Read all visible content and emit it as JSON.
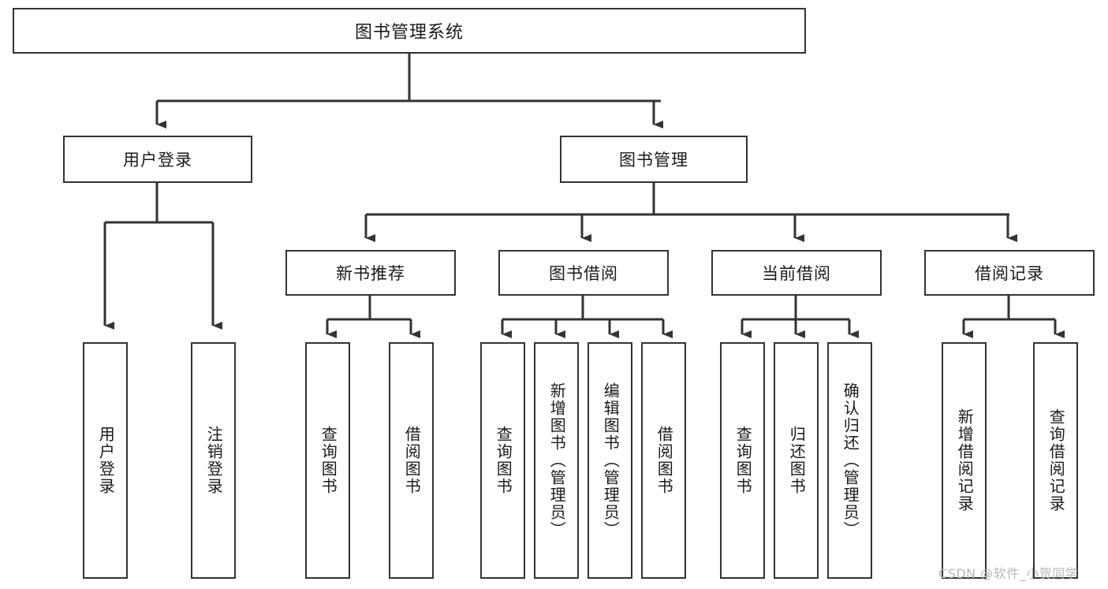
{
  "diagram": {
    "title": "图书管理系统",
    "type": "tree-flowchart",
    "root": {
      "label": "图书管理系统"
    },
    "level2": [
      {
        "label": "用户登录"
      },
      {
        "label": "图书管理"
      }
    ],
    "level3": [
      {
        "label": "新书推荐"
      },
      {
        "label": "图书借阅"
      },
      {
        "label": "当前借阅"
      },
      {
        "label": "借阅记录"
      }
    ],
    "leaves": {
      "user_login": [
        {
          "label": "用户登录"
        },
        {
          "label": "注销登录"
        }
      ],
      "new_book_recommend": [
        {
          "label": "查询图书"
        },
        {
          "label": "借阅图书"
        }
      ],
      "book_borrow": [
        {
          "label": "查询图书"
        },
        {
          "label": "新增图书（管理员）"
        },
        {
          "label": "编辑图书（管理员）"
        },
        {
          "label": "借阅图书"
        }
      ],
      "current_borrow": [
        {
          "label": "查询图书"
        },
        {
          "label": "归还图书"
        },
        {
          "label": "确认归还（管理员）"
        }
      ],
      "borrow_record": [
        {
          "label": "新增借阅记录"
        },
        {
          "label": "查询借阅记录"
        }
      ]
    }
  },
  "watermark": {
    "text": "CSDN @软件_小贺同学"
  },
  "colors": {
    "stroke": "#333333",
    "background": "#ffffff",
    "text": "#1a1a1a",
    "watermark": "#b8b8b8"
  }
}
